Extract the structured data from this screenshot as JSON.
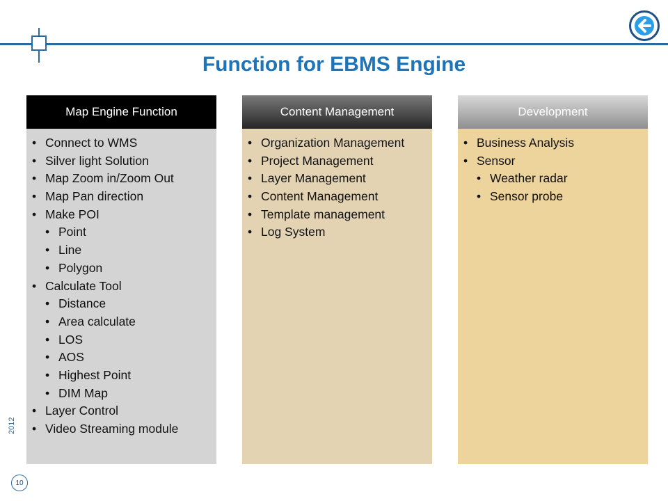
{
  "title": "Function for EBMS Engine",
  "footer": {
    "year": "2012",
    "page": "10"
  },
  "columns": [
    {
      "header": "Map Engine Function",
      "items": [
        {
          "text": "Connect to WMS",
          "level": 1
        },
        {
          "text": " Silver light Solution",
          "level": 1
        },
        {
          "text": "Map Zoom in/Zoom Out",
          "level": 1
        },
        {
          "text": "Map Pan direction",
          "level": 1
        },
        {
          "text": "Make POI",
          "level": 1
        },
        {
          "text": "Point",
          "level": 2
        },
        {
          "text": "Line",
          "level": 2
        },
        {
          "text": "Polygon",
          "level": 2
        },
        {
          "text": "Calculate Tool",
          "level": 1
        },
        {
          "text": "Distance",
          "level": 2
        },
        {
          "text": "Area calculate",
          "level": 2
        },
        {
          "text": "LOS",
          "level": 2
        },
        {
          "text": "AOS",
          "level": 2
        },
        {
          "text": "Highest Point",
          "level": 2
        },
        {
          "text": " DIM Map",
          "level": 2
        },
        {
          "text": "Layer Control",
          "level": 1
        },
        {
          "text": "Video Streaming module",
          "level": 1
        }
      ]
    },
    {
      "header": "Content Management",
      "items": [
        {
          "text": " Organization Management",
          "level": 1
        },
        {
          "text": " Project Management",
          "level": 1
        },
        {
          "text": " Layer Management",
          "level": 1
        },
        {
          "text": "Content Management",
          "level": 1
        },
        {
          "text": " Template management",
          "level": 1
        },
        {
          "text": " Log System",
          "level": 1
        }
      ]
    },
    {
      "header": "Development",
      "items": [
        {
          "text": "Business Analysis",
          "level": 1
        },
        {
          "text": "Sensor",
          "level": 1
        },
        {
          "text": "Weather radar",
          "level": 2
        },
        {
          "text": "Sensor probe",
          "level": 2
        }
      ]
    }
  ],
  "colors": {
    "accent": "#1f73b7",
    "line": "#2b6a9e",
    "col1_header": "#000000",
    "col1_body": "#d4d4d4",
    "col2_body": "#e3d3b3",
    "col3_body": "#edd39c"
  },
  "icons": {
    "back": "arrow-left-icon"
  }
}
